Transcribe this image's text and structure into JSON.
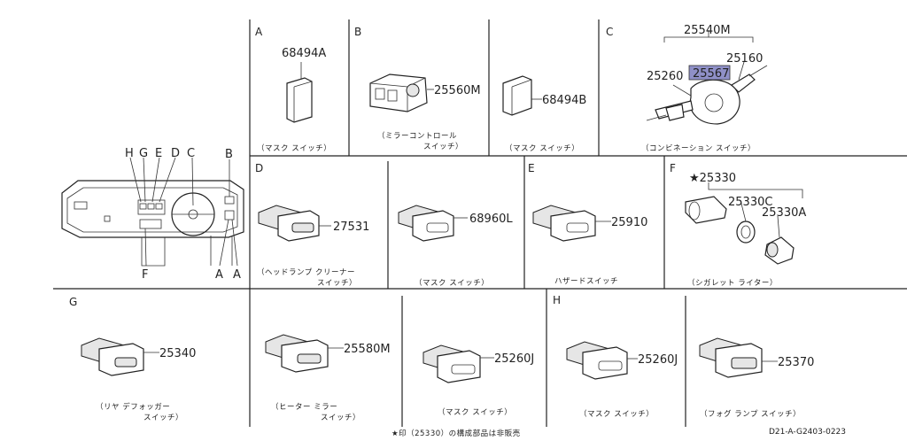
{
  "sections": {
    "A": {
      "letter": "A",
      "parts": [
        "68494A"
      ],
      "caption": "（マスク スイッチ）"
    },
    "B": {
      "letter": "B",
      "parts": [
        "25560M",
        "68494B"
      ],
      "caption_1": "（ミラーコントロール",
      "caption_1b": "スイッチ）",
      "caption_2": "（マスク スイッチ）"
    },
    "C": {
      "letter": "C",
      "parts": [
        "25540M",
        "25160",
        "25260",
        "25567"
      ],
      "caption": "（コンビネーション スイッチ）"
    },
    "D": {
      "letter": "D",
      "parts": [
        "27531",
        "68960L"
      ],
      "caption_1": "（ヘッドランプ クリーナー",
      "caption_1b": "スイッチ）",
      "caption_2": "（マスク スイッチ）"
    },
    "E": {
      "letter": "E",
      "parts": [
        "25910"
      ],
      "caption": "ハザードスイッチ"
    },
    "F": {
      "letter": "F",
      "parts": [
        "★25330",
        "25330C",
        "25330A"
      ],
      "caption": "（シガレット ライター）"
    },
    "G": {
      "letter": "G",
      "parts": [
        "25340",
        "25580M",
        "25260J"
      ],
      "caption_1": "（リヤ デフォッガー",
      "caption_1b": "スイッチ）",
      "caption_2": "（ヒーター ミラー",
      "caption_2b": "スイッチ）",
      "caption_3": "（マスク スイッチ）"
    },
    "H": {
      "letter": "H",
      "parts": [
        "25260J",
        "25370"
      ],
      "caption_1": "（マスク スイッチ）",
      "caption_2": "（フォグ ランプ スイッチ）"
    }
  },
  "dashboard": {
    "top_labels": [
      "H",
      "G",
      "E",
      "D",
      "C",
      "B"
    ],
    "bottom_labels": [
      "F",
      "A",
      "A"
    ]
  },
  "footer": {
    "note": "★印（25330）の構成部品は非販売",
    "code": "D21-A-G2403-0223"
  },
  "colors": {
    "highlight": "#8f90c8"
  }
}
